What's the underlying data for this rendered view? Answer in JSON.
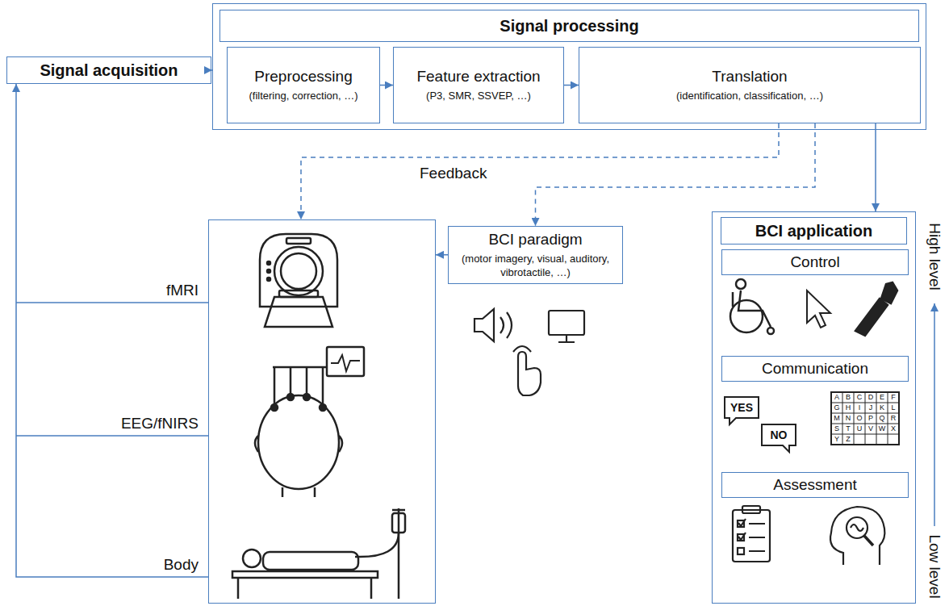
{
  "diagram": {
    "nodes": [
      {
        "text": [
          "Signal acquisition"
        ]
      },
      {
        "text": [
          "Signal processing"
        ]
      },
      {
        "text": [
          "Preprocessing",
          "(filtering, correction, …)"
        ],
        "in": 1
      },
      {
        "text": [
          "Feature extraction",
          "(P3, SMR, SSVEP, …)"
        ],
        "in": 1
      },
      {
        "text": [
          "Translation",
          "(identification, classification, …)"
        ],
        "in": 1
      },
      {
        "text": [
          "fMRI",
          "EEG/fNIRS",
          "Body"
        ]
      },
      {
        "text": [
          "BCI paradigm",
          "(motor imagery, visual, auditory, vibrotactile, …)"
        ]
      },
      {
        "text": [
          "BCI application"
        ]
      },
      {
        "text": [
          "Control"
        ],
        "in": 7
      },
      {
        "text": [
          "Communication"
        ],
        "in": 7
      },
      {
        "text": [
          "Assessment"
        ],
        "in": 7
      }
    ],
    "edges": [
      {
        "from": 0,
        "to": 1,
        "arrow": "to"
      },
      {
        "from": 2,
        "to": 3,
        "arrow": "to"
      },
      {
        "from": 3,
        "to": 4,
        "arrow": "to"
      },
      {
        "from": 4,
        "to": 7,
        "arrow": "to"
      },
      {
        "from": 4,
        "to": 5,
        "label": "Feedback",
        "arrow": "to"
      },
      {
        "from": 4,
        "to": 6,
        "arrow": "to"
      },
      {
        "from": 6,
        "to": 5,
        "arrow": "to"
      },
      {
        "from": 5,
        "to": 0,
        "arrow": "to"
      }
    ],
    "labels": [
      "High level",
      "Low level",
      "YES",
      "NO",
      "A",
      "B",
      "C",
      "D",
      "E",
      "F",
      "G",
      "H",
      "I",
      "J",
      "K",
      "L",
      "M",
      "N",
      "O",
      "P",
      "Q",
      "R",
      "S",
      "T",
      "U",
      "V",
      "W",
      "X",
      "Y",
      "Z"
    ]
  }
}
